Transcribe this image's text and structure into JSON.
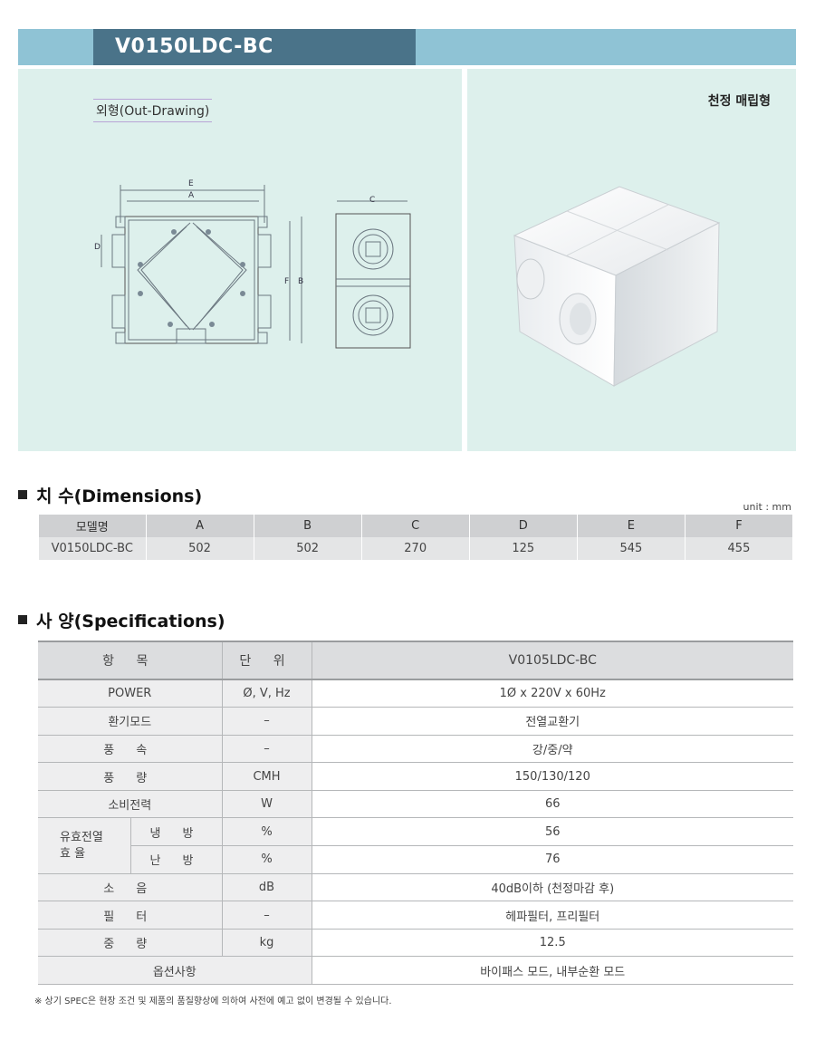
{
  "header": {
    "model_title": "V0150LDC-BC"
  },
  "drawing": {
    "out_label": "외형(Out-Drawing)",
    "labels": {
      "E": "E",
      "A": "A",
      "D": "D",
      "F": "F",
      "B": "B",
      "C": "C"
    }
  },
  "photo": {
    "install_type": "천정 매립형"
  },
  "dimensions": {
    "heading": "치 수(Dimensions)",
    "unit": "unit : mm",
    "headers": [
      "모델명",
      "A",
      "B",
      "C",
      "D",
      "E",
      "F"
    ],
    "row": [
      "V0150LDC-BC",
      "502",
      "502",
      "270",
      "125",
      "545",
      "455"
    ]
  },
  "specs": {
    "heading": "사 양(Specifications)",
    "headers": {
      "item": "항 목",
      "unit": "단 위",
      "model": "V0105LDC-BC"
    },
    "rows": {
      "power": {
        "item": "POWER",
        "unit": "Ø, V, Hz",
        "value": "1Ø x 220V x 60Hz"
      },
      "mode": {
        "item": "환기모드",
        "unit": "–",
        "value": "전열교환기"
      },
      "speed": {
        "item": "풍 속",
        "unit": "–",
        "value": "강/중/약"
      },
      "airflow": {
        "item": "풍 량",
        "unit": "CMH",
        "value": "150/130/120"
      },
      "power_consumption": {
        "item": "소비전력",
        "unit": "W",
        "value": "66"
      },
      "efficiency_group": {
        "item": "유효전열\n효 율"
      },
      "cooling": {
        "item": "냉 방",
        "unit": "%",
        "value": "56"
      },
      "heating": {
        "item": "난 방",
        "unit": "%",
        "value": "76"
      },
      "noise": {
        "item": "소 음",
        "unit": "dB",
        "value": "40dB이하 (천정마감 후)"
      },
      "filter": {
        "item": "필 터",
        "unit": "–",
        "value": "헤파필터, 프리필터"
      },
      "weight": {
        "item": "중 량",
        "unit": "kg",
        "value": "12.5"
      },
      "options": {
        "item": "옵션사항",
        "value": "바이패스 모드, 내부순환 모드"
      }
    }
  },
  "footnote": "※ 상기 SPEC은 현장 조건 및 제품의 품질향상에 의하여 사전에 예고 없이 변경될 수 있습니다."
}
